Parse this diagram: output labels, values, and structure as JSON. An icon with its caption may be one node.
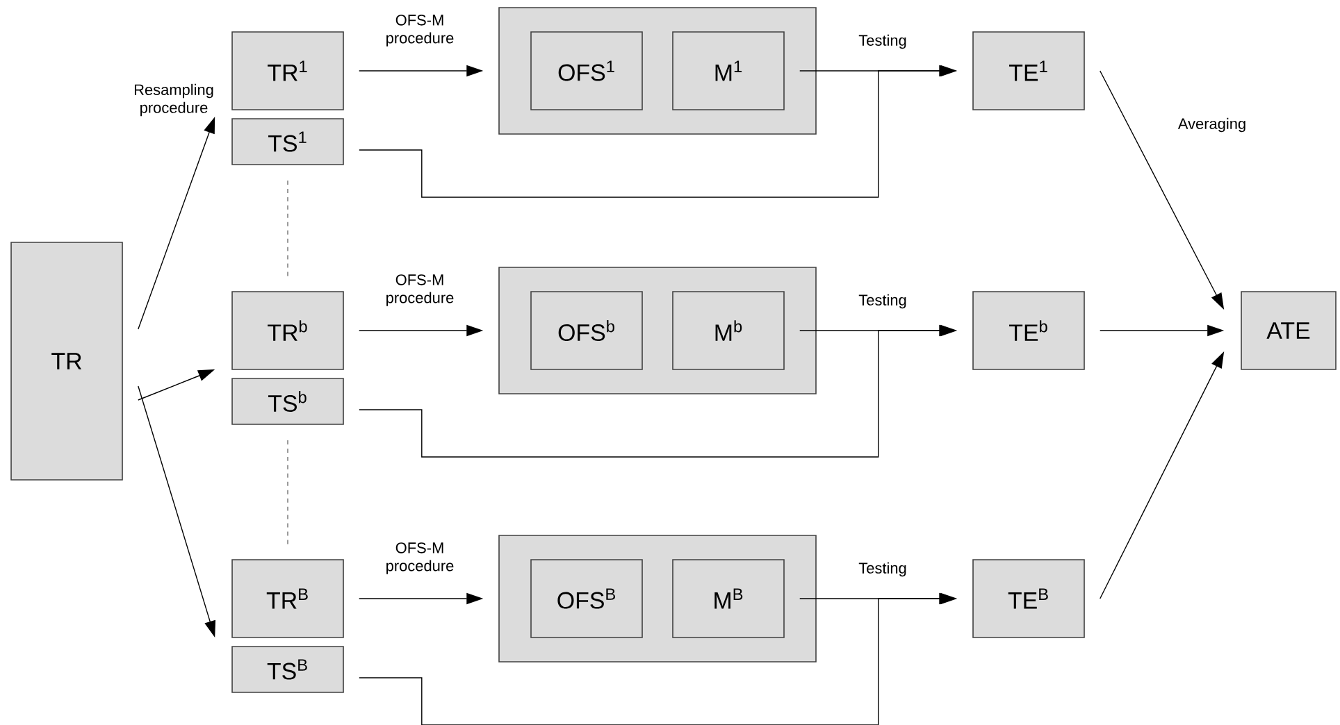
{
  "diagram": {
    "nodes": [
      {
        "text": [
          "TR"
        ]
      },
      {
        "text": [
          "TR$^{1}$"
        ]
      },
      {
        "text": [
          "TS$^{1}$"
        ]
      },
      {
        "text": [],
        "shape": "box"
      },
      {
        "text": [
          "OFS$^{1}$"
        ],
        "in": 3
      },
      {
        "text": [
          "M$^{1}$"
        ],
        "in": 3
      },
      {
        "text": [
          "TE$^{1}$"
        ]
      },
      {
        "text": [
          "TR$^{b}$"
        ]
      },
      {
        "text": [
          "TS$^{b}$"
        ]
      },
      {
        "text": [],
        "shape": "box"
      },
      {
        "text": [
          "OFS$^{b}$"
        ],
        "in": 9
      },
      {
        "text": [
          "M$^{b}$"
        ],
        "in": 9
      },
      {
        "text": [
          "TE$^{b}$"
        ]
      },
      {
        "text": [
          "TR$^{B}$"
        ]
      },
      {
        "text": [
          "TS$^{B}$"
        ]
      },
      {
        "text": [],
        "shape": "box"
      },
      {
        "text": [
          "OFS$^{B}$"
        ],
        "in": 15
      },
      {
        "text": [
          "M$^{B}$"
        ],
        "in": 15
      },
      {
        "text": [
          "TE$^{B}$"
        ]
      },
      {
        "text": [
          "ATE"
        ]
      }
    ],
    "edges": [
      {
        "from": 0,
        "to": 1,
        "arrow": "to",
        "label": "Resampling procedure"
      },
      {
        "from": 0,
        "to": 7,
        "arrow": "to"
      },
      {
        "from": 0,
        "to": 13,
        "arrow": "to"
      },
      {
        "from": 1,
        "to": 3,
        "arrow": "to",
        "label": "OFS-M procedure"
      },
      {
        "from": 5,
        "to": 6,
        "arrow": "to",
        "label": "Testing"
      },
      {
        "from": 2,
        "to": 6,
        "arrow": "to"
      },
      {
        "from": 7,
        "to": 9,
        "arrow": "to",
        "label": "OFS-M procedure"
      },
      {
        "from": 11,
        "to": 12,
        "arrow": "to",
        "label": "Testing"
      },
      {
        "from": 8,
        "to": 12,
        "arrow": "to"
      },
      {
        "from": 13,
        "to": 15,
        "arrow": "to",
        "label": "OFS-M procedure"
      },
      {
        "from": 17,
        "to": 18,
        "arrow": "to",
        "label": "Testing"
      },
      {
        "from": 14,
        "to": 18,
        "arrow": "to"
      },
      {
        "from": 6,
        "to": 19,
        "arrow": "to",
        "label": "Averaging"
      },
      {
        "from": 12,
        "to": 19,
        "arrow": "to"
      },
      {
        "from": 18,
        "to": 19,
        "arrow": "to"
      }
    ]
  }
}
